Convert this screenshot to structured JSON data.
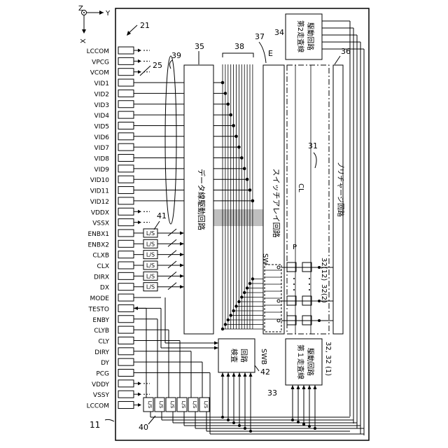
{
  "axes": {
    "z": "Z",
    "y": "Y",
    "x": "X"
  },
  "refs": {
    "r11": "11",
    "r21": "21",
    "r25": "25",
    "r31": "31",
    "r32a": "32(12)",
    "r32b": "32(2)",
    "r32c": "32, 32 (1)",
    "r33": "33",
    "r34": "34",
    "r35": "35",
    "r36": "36",
    "r37": "37",
    "r38": "38",
    "r39": "39",
    "r40": "40",
    "r41": "41",
    "r42": "42",
    "e": "E",
    "cl": "CL",
    "sw": "SW",
    "swb": "SWB",
    "p": "P"
  },
  "pins": [
    "LCCOM",
    "VPCG",
    "VCOM",
    "VID1",
    "VID2",
    "VID3",
    "VID4",
    "VID5",
    "VID6",
    "VID7",
    "VID8",
    "VID9",
    "VID10",
    "VID11",
    "VID12",
    "VDDX",
    "VSSX",
    "ENBX1",
    "ENBX2",
    "CLXB",
    "CLX",
    "DIRX",
    "DX",
    "MODE",
    "TESTO",
    "ENBY",
    "CLYB",
    "CLY",
    "DIRY",
    "DY",
    "PCG",
    "VDDY",
    "VSSY",
    "LCCOM"
  ],
  "blocks": {
    "data_driver": "データ線駆動回路",
    "switch_array": "スイッチアレイ回路",
    "precharge": "プリチャージ回路",
    "scan2_line1": "第2走査線",
    "scan2_line2": "駆動回路",
    "scan1_line1": "第１走査線",
    "scan1_line2": "駆動回路",
    "inspect_line1": "検査",
    "inspect_line2": "回路"
  },
  "ls": "L/S"
}
